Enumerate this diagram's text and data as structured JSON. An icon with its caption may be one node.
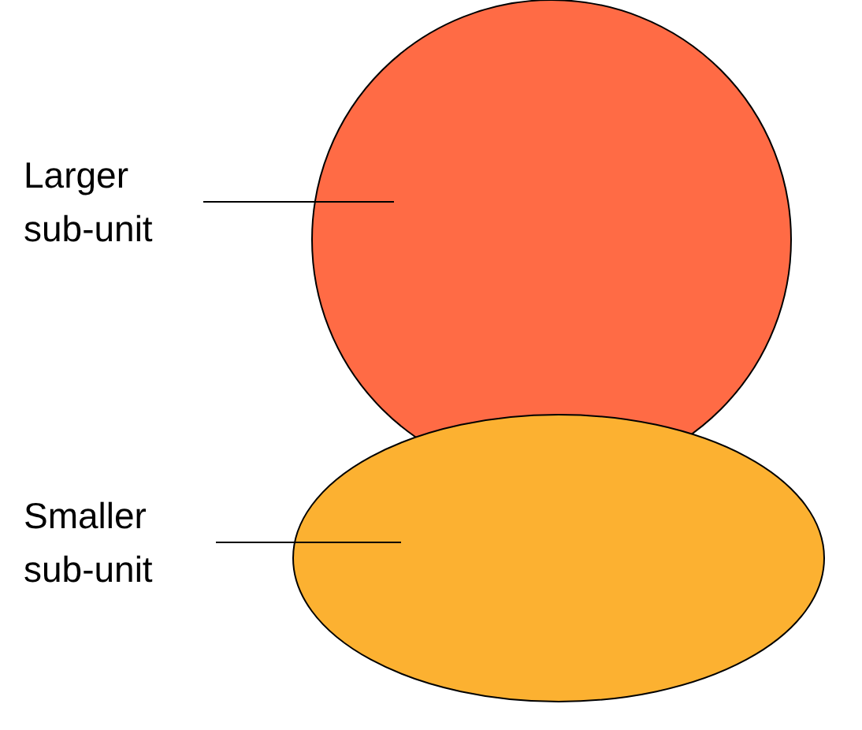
{
  "diagram": {
    "nodes": [
      {
        "text": [
          "Larger sub-unit"
        ]
      },
      {
        "text": [],
        "shape": "circle"
      },
      {
        "text": [
          "Smaller sub-unit"
        ]
      },
      {
        "text": [],
        "shape": "ellipse"
      }
    ],
    "edges": [
      {
        "from": 0,
        "to": 1,
        "arrow": "none"
      },
      {
        "from": 2,
        "to": 3,
        "arrow": "none"
      }
    ]
  }
}
